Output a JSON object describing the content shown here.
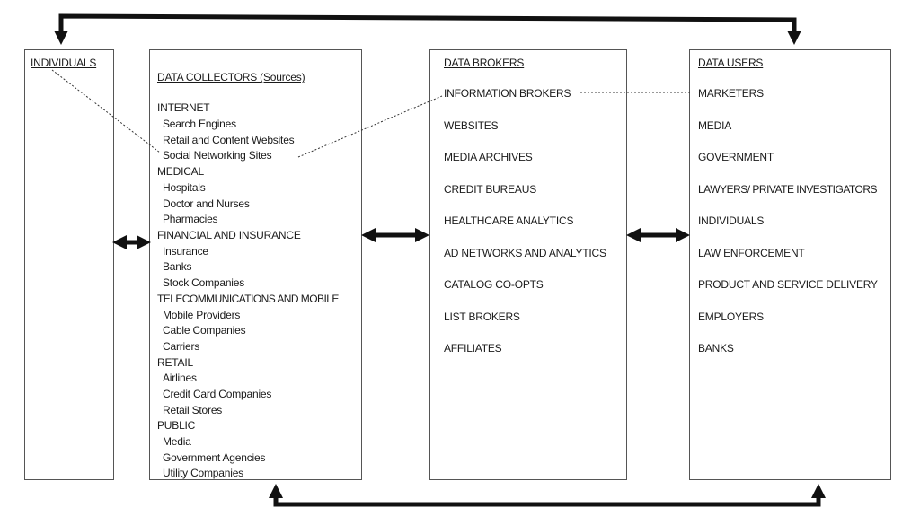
{
  "columns": {
    "individuals": {
      "title": "INDIVIDUALS"
    },
    "collectors": {
      "title": "DATA COLLECTORS (Sources)",
      "groups": [
        {
          "category": "INTERNET",
          "items": [
            "Search Engines",
            "Retail and Content Websites",
            "Social Networking Sites"
          ]
        },
        {
          "category": "MEDICAL",
          "items": [
            "Hospitals",
            "Doctor and Nurses",
            "Pharmacies"
          ]
        },
        {
          "category": "FINANCIAL AND INSURANCE",
          "items": [
            "Insurance",
            "Banks",
            "Stock Companies"
          ]
        },
        {
          "category": "TELECOMMUNICATIONS AND MOBILE",
          "items": [
            "Mobile Providers",
            "Cable Companies",
            "Carriers"
          ]
        },
        {
          "category": "RETAIL",
          "items": [
            "Airlines",
            "Credit Card Companies",
            "Retail Stores"
          ]
        },
        {
          "category": "PUBLIC",
          "items": [
            "Media",
            "Government Agencies",
            "Utility Companies"
          ]
        }
      ]
    },
    "brokers": {
      "title": "DATA BROKERS",
      "items": [
        "INFORMATION BROKERS",
        "WEBSITES",
        "MEDIA ARCHIVES",
        "CREDIT BUREAUS",
        "HEALTHCARE ANALYTICS",
        "AD NETWORKS AND ANALYTICS",
        "CATALOG CO-OPTS",
        "LIST BROKERS",
        "AFFILIATES"
      ]
    },
    "users": {
      "title": "DATA USERS",
      "items": [
        "MARKETERS",
        "MEDIA",
        "GOVERNMENT",
        "LAWYERS/ PRIVATE INVESTIGATORS",
        "INDIVIDUALS",
        "LAW ENFORCEMENT",
        "PRODUCT AND SERVICE DELIVERY",
        "EMPLOYERS",
        "BANKS"
      ]
    }
  }
}
